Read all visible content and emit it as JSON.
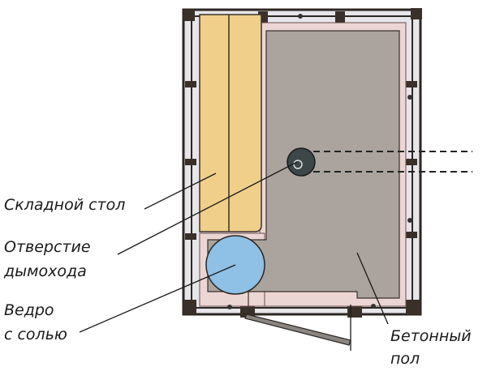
{
  "labels": {
    "table": "Складной стол",
    "chimney_1": "Отверстие",
    "chimney_2": "дымохода",
    "bucket_1": "Ведро",
    "bucket_2": "с солью",
    "floor_1": "Бетонный",
    "floor_2": "пол"
  },
  "colors": {
    "floor": "#aaa39e",
    "table": "#f0cf8a",
    "bucket": "#8fc0e6",
    "insulation": "#ecd6d4",
    "frame": "#2c2622",
    "panel": "#e6e6ea"
  }
}
